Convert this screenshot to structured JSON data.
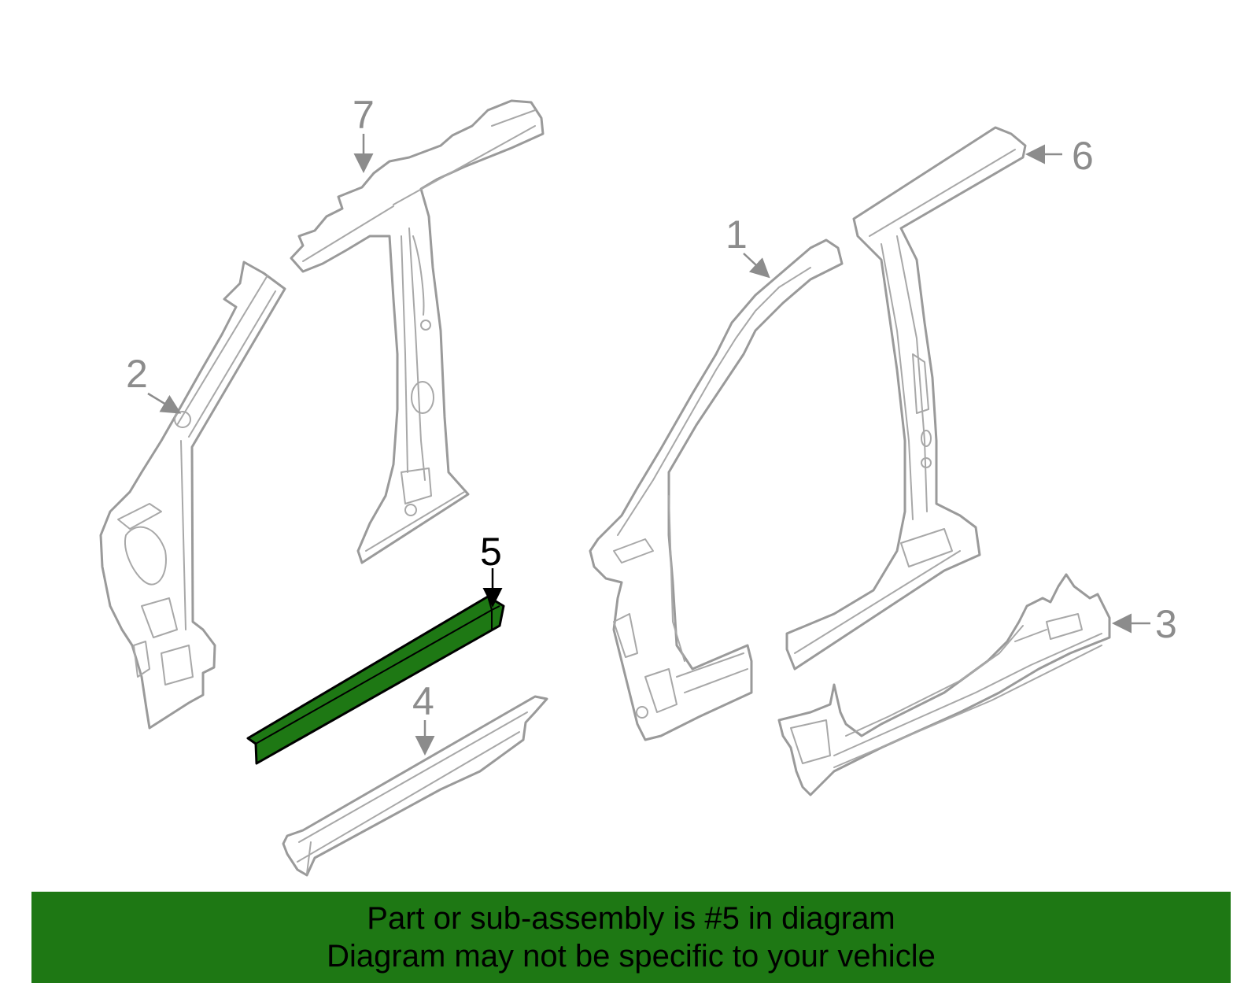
{
  "callouts": [
    "1",
    "2",
    "3",
    "4",
    "5",
    "6",
    "7"
  ],
  "highlighted_part": "5",
  "colors": {
    "highlight": "#1e7814",
    "part_outline": "#9a9a9a",
    "callout_text": "#8c8c8c",
    "banner": "#1e7814"
  },
  "banner": {
    "line1": "Part or sub-assembly is #5 in diagram",
    "line2": "Diagram may not be specific to your vehicle"
  }
}
